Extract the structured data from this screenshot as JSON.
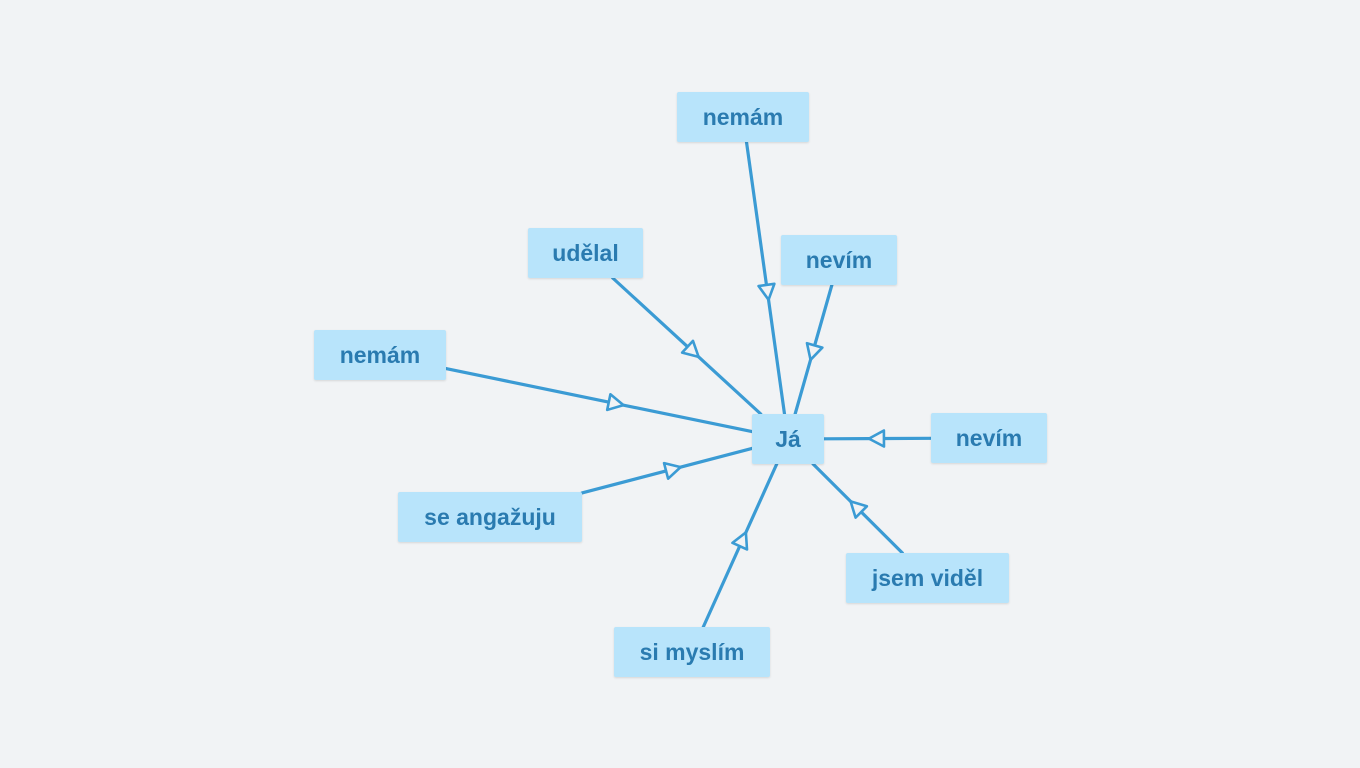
{
  "diagram": {
    "center": {
      "id": "center",
      "label": "Já"
    },
    "nodes": [
      {
        "id": "n1",
        "label": "nemám"
      },
      {
        "id": "n2",
        "label": "nevím"
      },
      {
        "id": "n3",
        "label": "udělal"
      },
      {
        "id": "n4",
        "label": "nemám"
      },
      {
        "id": "n5",
        "label": "nevím"
      },
      {
        "id": "n6",
        "label": "se angažuju"
      },
      {
        "id": "n7",
        "label": "jsem viděl"
      },
      {
        "id": "n8",
        "label": "si myslím"
      }
    ],
    "edges": [
      {
        "from": "n1",
        "to": "center"
      },
      {
        "from": "n2",
        "to": "center"
      },
      {
        "from": "n3",
        "to": "center"
      },
      {
        "from": "n4",
        "to": "center"
      },
      {
        "from": "n5",
        "to": "center"
      },
      {
        "from": "n6",
        "to": "center"
      },
      {
        "from": "n7",
        "to": "center"
      },
      {
        "from": "n8",
        "to": "center"
      }
    ],
    "colors": {
      "background": "#f1f3f5",
      "node_fill": "#b8e4fb",
      "node_text": "#2a7bb0",
      "edge": "#3b9bd4"
    }
  }
}
